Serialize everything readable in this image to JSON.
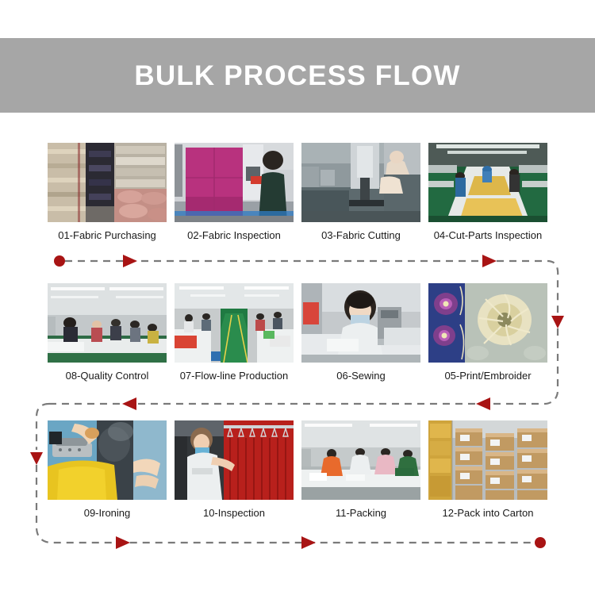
{
  "header": {
    "title": "BULK PROCESS FLOW",
    "background_color": "#a6a6a6",
    "text_color": "#ffffff"
  },
  "flow": {
    "accent_color": "#a81414",
    "line_color": "#7a7a7a",
    "line_style": "dashed",
    "rows": [
      {
        "direction": "left-to-right",
        "steps": [
          {
            "label": "01-Fabric Purchasing",
            "image": "fabric-rolls-warehouse"
          },
          {
            "label": "02-Fabric Inspection",
            "image": "pink-fabric-inspection-machine"
          },
          {
            "label": "03-Fabric Cutting",
            "image": "fabric-cutting-table"
          },
          {
            "label": "04-Cut-Parts Inspection",
            "image": "cut-parts-inspection-line"
          }
        ]
      },
      {
        "direction": "right-to-left",
        "steps": [
          {
            "label": "08-Quality Control",
            "image": "quality-control-workshop"
          },
          {
            "label": "07-Flow-line Production",
            "image": "flow-line-production-floor"
          },
          {
            "label": "06-Sewing",
            "image": "sewing-operator"
          },
          {
            "label": "05-Print/Embroider",
            "image": "floral-print-fabric"
          }
        ]
      },
      {
        "direction": "left-to-right",
        "steps": [
          {
            "label": "09-Ironing",
            "image": "ironing-yellow-garment"
          },
          {
            "label": "10-Inspection",
            "image": "garment-rack-inspection"
          },
          {
            "label": "11-Packing",
            "image": "packing-tables"
          },
          {
            "label": "12-Pack into Carton",
            "image": "stacked-cartons"
          }
        ]
      }
    ],
    "start_marker": "filled-circle",
    "end_marker": "filled-circle"
  }
}
